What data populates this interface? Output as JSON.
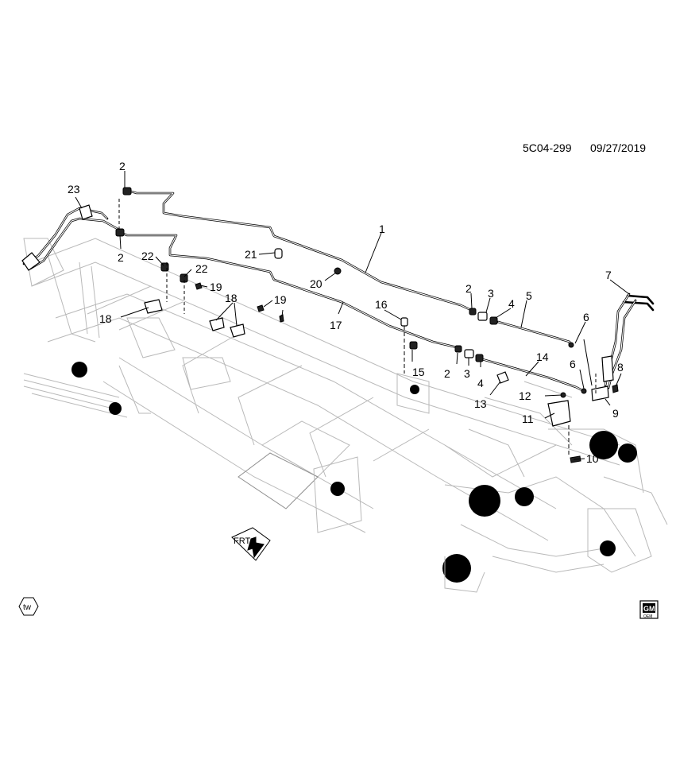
{
  "header": {
    "drawing_id": "5C04-299",
    "date": "09/27/2019"
  },
  "callouts": [
    "1",
    "2",
    "2",
    "2",
    "2",
    "3",
    "3",
    "4",
    "4",
    "5",
    "6",
    "6",
    "7",
    "8",
    "9",
    "10",
    "11",
    "12",
    "13",
    "14",
    "15",
    "16",
    "17",
    "18",
    "18",
    "19",
    "19",
    "20",
    "21",
    "22",
    "22",
    "23"
  ],
  "front_indicator": "FRT",
  "tw_badge": "tw",
  "gm_logo": {
    "letters": "GM",
    "sub": "OEM"
  }
}
